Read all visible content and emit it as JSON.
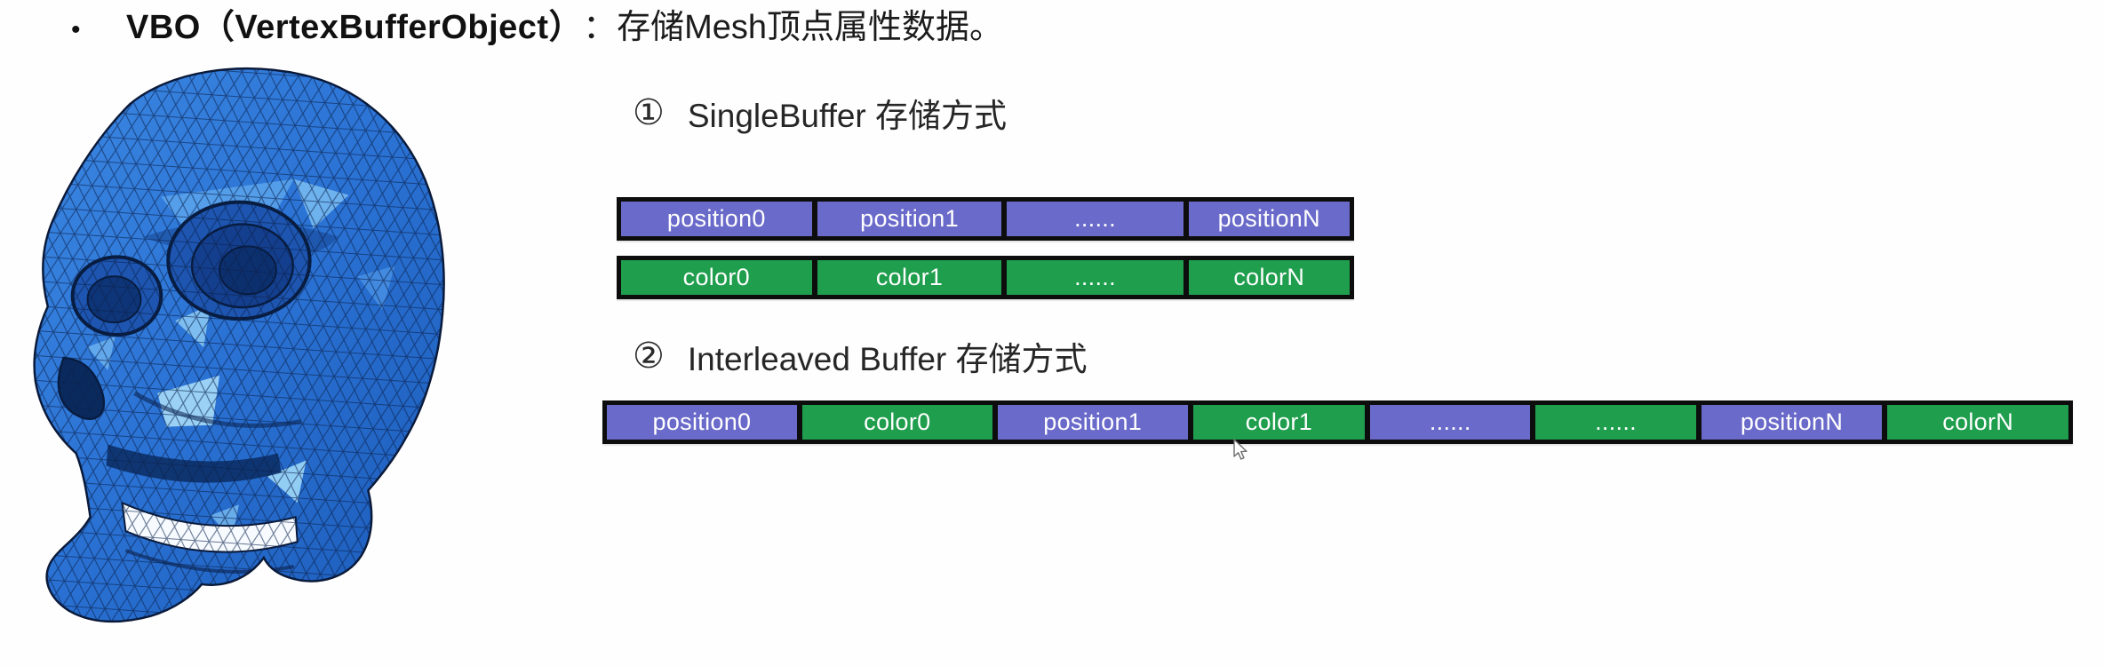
{
  "slide": {
    "title": {
      "bullet": "•",
      "term": "VBO（VertexBufferObject）",
      "description": "：存储Mesh顶点属性数据。"
    },
    "illustration": {
      "icon": "triangulated-mesh-skull"
    },
    "sections": [
      {
        "marker": "①",
        "heading": "SingleBuffer 存储方式",
        "position_row": [
          "position0",
          "position1",
          "......",
          "positionN"
        ],
        "color_row": [
          "color0",
          "color1",
          "......",
          "colorN"
        ]
      },
      {
        "marker": "②",
        "heading": "Interleaved Buffer 存储方式",
        "cells": [
          {
            "label": "position0",
            "type": "position"
          },
          {
            "label": "color0",
            "type": "color"
          },
          {
            "label": "position1",
            "type": "position"
          },
          {
            "label": "color1",
            "type": "color"
          },
          {
            "label": "......",
            "type": "position"
          },
          {
            "label": "......",
            "type": "color"
          },
          {
            "label": "positionN",
            "type": "position"
          },
          {
            "label": "colorN",
            "type": "color"
          }
        ]
      }
    ],
    "colors": {
      "position_cell": "#6a6aca",
      "color_cell": "#1f9e4d",
      "cell_border": "#0d0d0d",
      "cell_text": "#ffffff",
      "skull_blue": "#2a72d4",
      "background": "#fefefe"
    },
    "cursor_icon": "arrow-cursor"
  }
}
